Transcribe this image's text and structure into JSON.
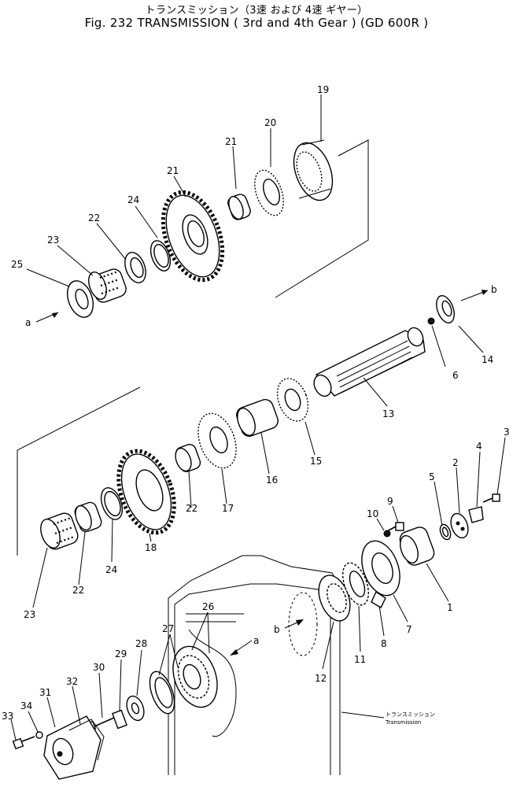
{
  "header": {
    "title_jp": "トランスミッション（3速 および 4速 ギヤー）",
    "title_en": "Fig. 232  TRANSMISSION ( 3rd and 4th Gear )  (GD 600R )"
  },
  "callouts": [
    "1",
    "2",
    "3",
    "4",
    "5",
    "6",
    "7",
    "8",
    "9",
    "10",
    "11",
    "12",
    "13",
    "14",
    "15",
    "16",
    "17",
    "18",
    "19",
    "20",
    "21",
    "22",
    "22",
    "22",
    "22",
    "23",
    "23",
    "24",
    "24",
    "25",
    "26",
    "27",
    "28",
    "29",
    "30",
    "31",
    "32",
    "33",
    "34"
  ],
  "reference_marks": {
    "a": "a",
    "b": "b"
  },
  "housing_label": {
    "jp": "トランスミッション",
    "en": "Transmission"
  }
}
